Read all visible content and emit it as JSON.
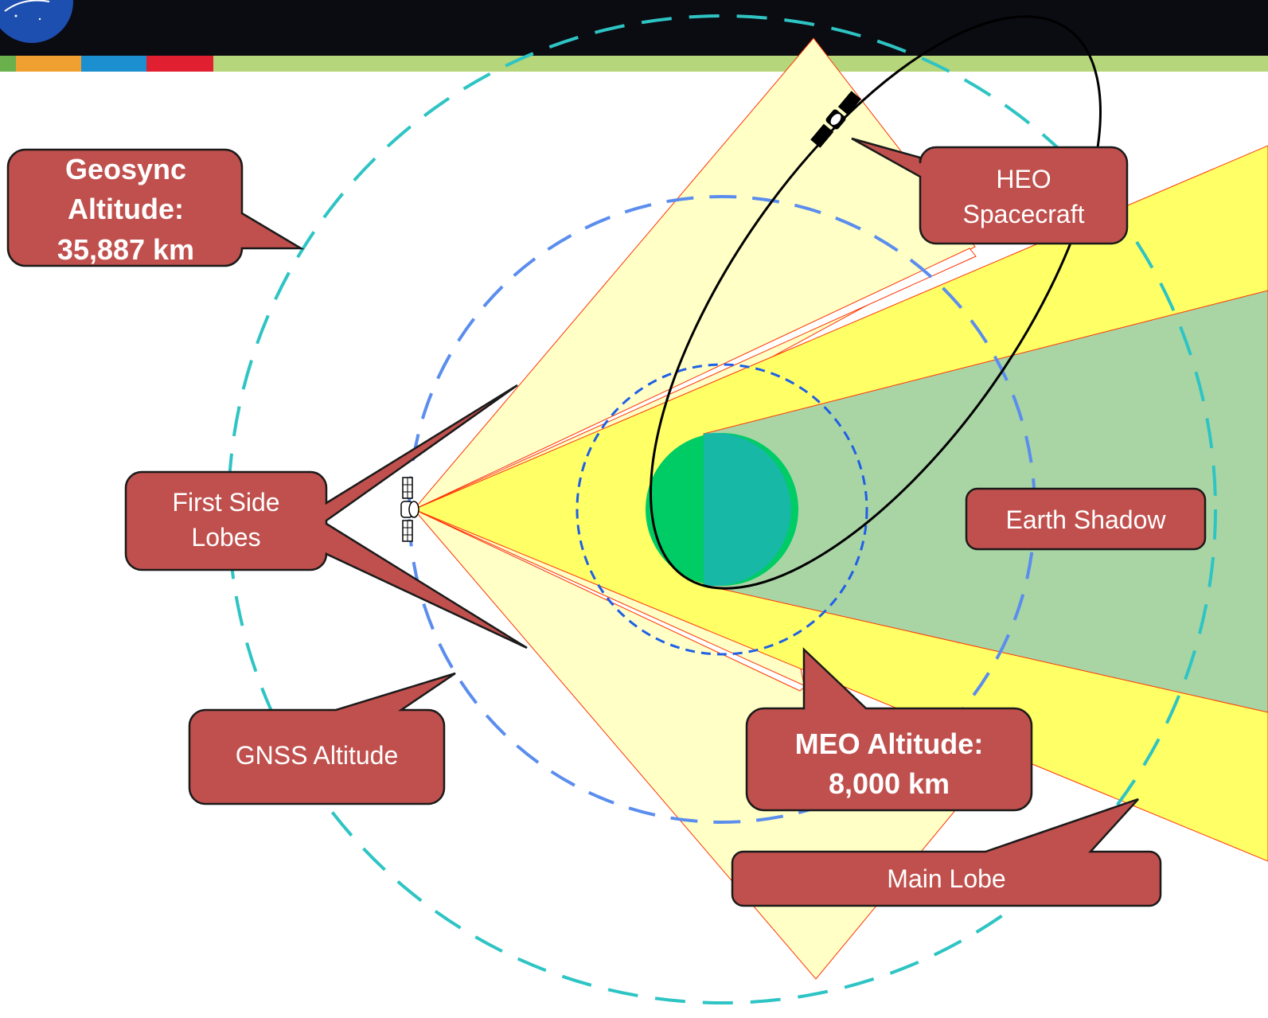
{
  "diagram": {
    "callouts": {
      "geosync": [
        "Geosync",
        "Altitude:",
        "35,887 km"
      ],
      "heo": [
        "HEO",
        "Spacecraft"
      ],
      "side_lobes": [
        "First Side",
        "Lobes"
      ],
      "earth_shadow": "Earth Shadow",
      "gnss": "GNSS Altitude",
      "meo": [
        "MEO Altitude:",
        "8,000 km"
      ],
      "main_lobe": "Main Lobe"
    },
    "icons": {
      "gnss_satellite": "satellite-icon",
      "heo_satellite": "satellite-icon",
      "logo": "nasa-logo"
    },
    "colors": {
      "header": "#0b0b12",
      "callout_fill": "#c0504d",
      "callout_stroke": "#1a1a1a",
      "geosync_ring": "#2ec4c4",
      "gnss_ring": "#5b8dee",
      "meo_ring": "#1f5fe6",
      "main_lobe": "#ffff66",
      "side_lobe": "#ffffc6",
      "shadow": "#a9d5a5",
      "earth_day": "#00cc66",
      "earth_night": "#17b8a6",
      "beam_edge": "#ff3300",
      "stripe_green": "#6ab04c",
      "stripe_orange": "#f0a030",
      "stripe_blue": "#1b8fd0",
      "stripe_red": "#e02030",
      "stripe_lightgreen": "#b5d67a"
    }
  }
}
